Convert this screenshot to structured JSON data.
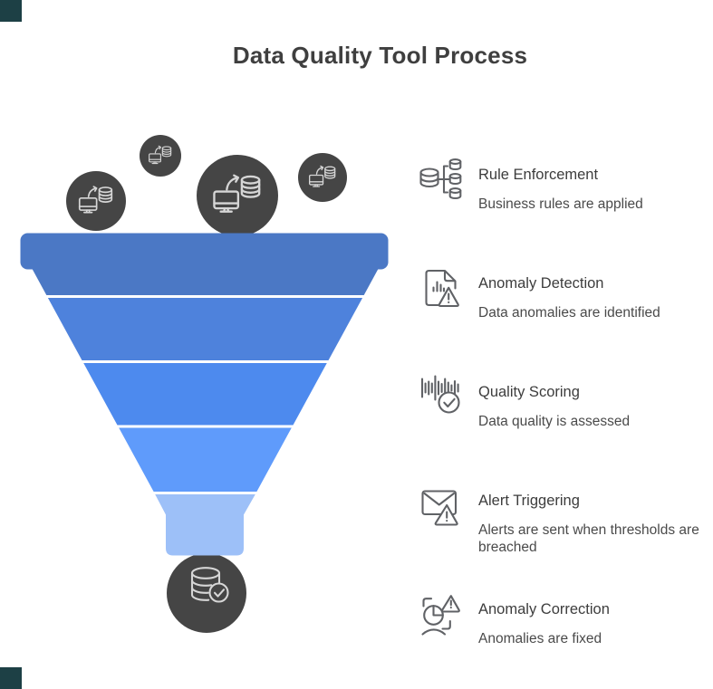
{
  "title": "Data Quality Tool Process",
  "colors": {
    "bubble": "#454545",
    "bubble_icon_stroke": "#d6d6d6",
    "corner_accent": "#1d4045",
    "separator": "#ffffff"
  },
  "funnel": {
    "stages": [
      {
        "name": "stage-1",
        "color": "#4b78c5"
      },
      {
        "name": "stage-2",
        "color": "#4e82dc"
      },
      {
        "name": "stage-3",
        "color": "#4d8aee"
      },
      {
        "name": "stage-4",
        "color": "#5f9bfb"
      },
      {
        "name": "stage-5",
        "color": "#9dc0f8"
      }
    ],
    "input_bubbles": [
      {
        "icon": "computer-sync-database-icon"
      },
      {
        "icon": "computer-sync-database-icon"
      },
      {
        "icon": "computer-sync-database-icon"
      },
      {
        "icon": "computer-sync-database-icon"
      }
    ],
    "output_bubble": {
      "icon": "database-verified-icon"
    }
  },
  "steps": [
    {
      "icon": "database-rules-icon",
      "title": "Rule Enforcement",
      "description": "Business rules are applied"
    },
    {
      "icon": "report-warning-icon",
      "title": "Anomaly Detection",
      "description": "Data anomalies are identified"
    },
    {
      "icon": "waveform-check-icon",
      "title": "Quality Scoring",
      "description": "Data quality is assessed"
    },
    {
      "icon": "mail-warning-icon",
      "title": "Alert Triggering",
      "description": "Alerts are sent when thresholds are breached"
    },
    {
      "icon": "scan-warning-icon",
      "title": "Anomaly Correction",
      "description": "Anomalies are fixed"
    }
  ]
}
